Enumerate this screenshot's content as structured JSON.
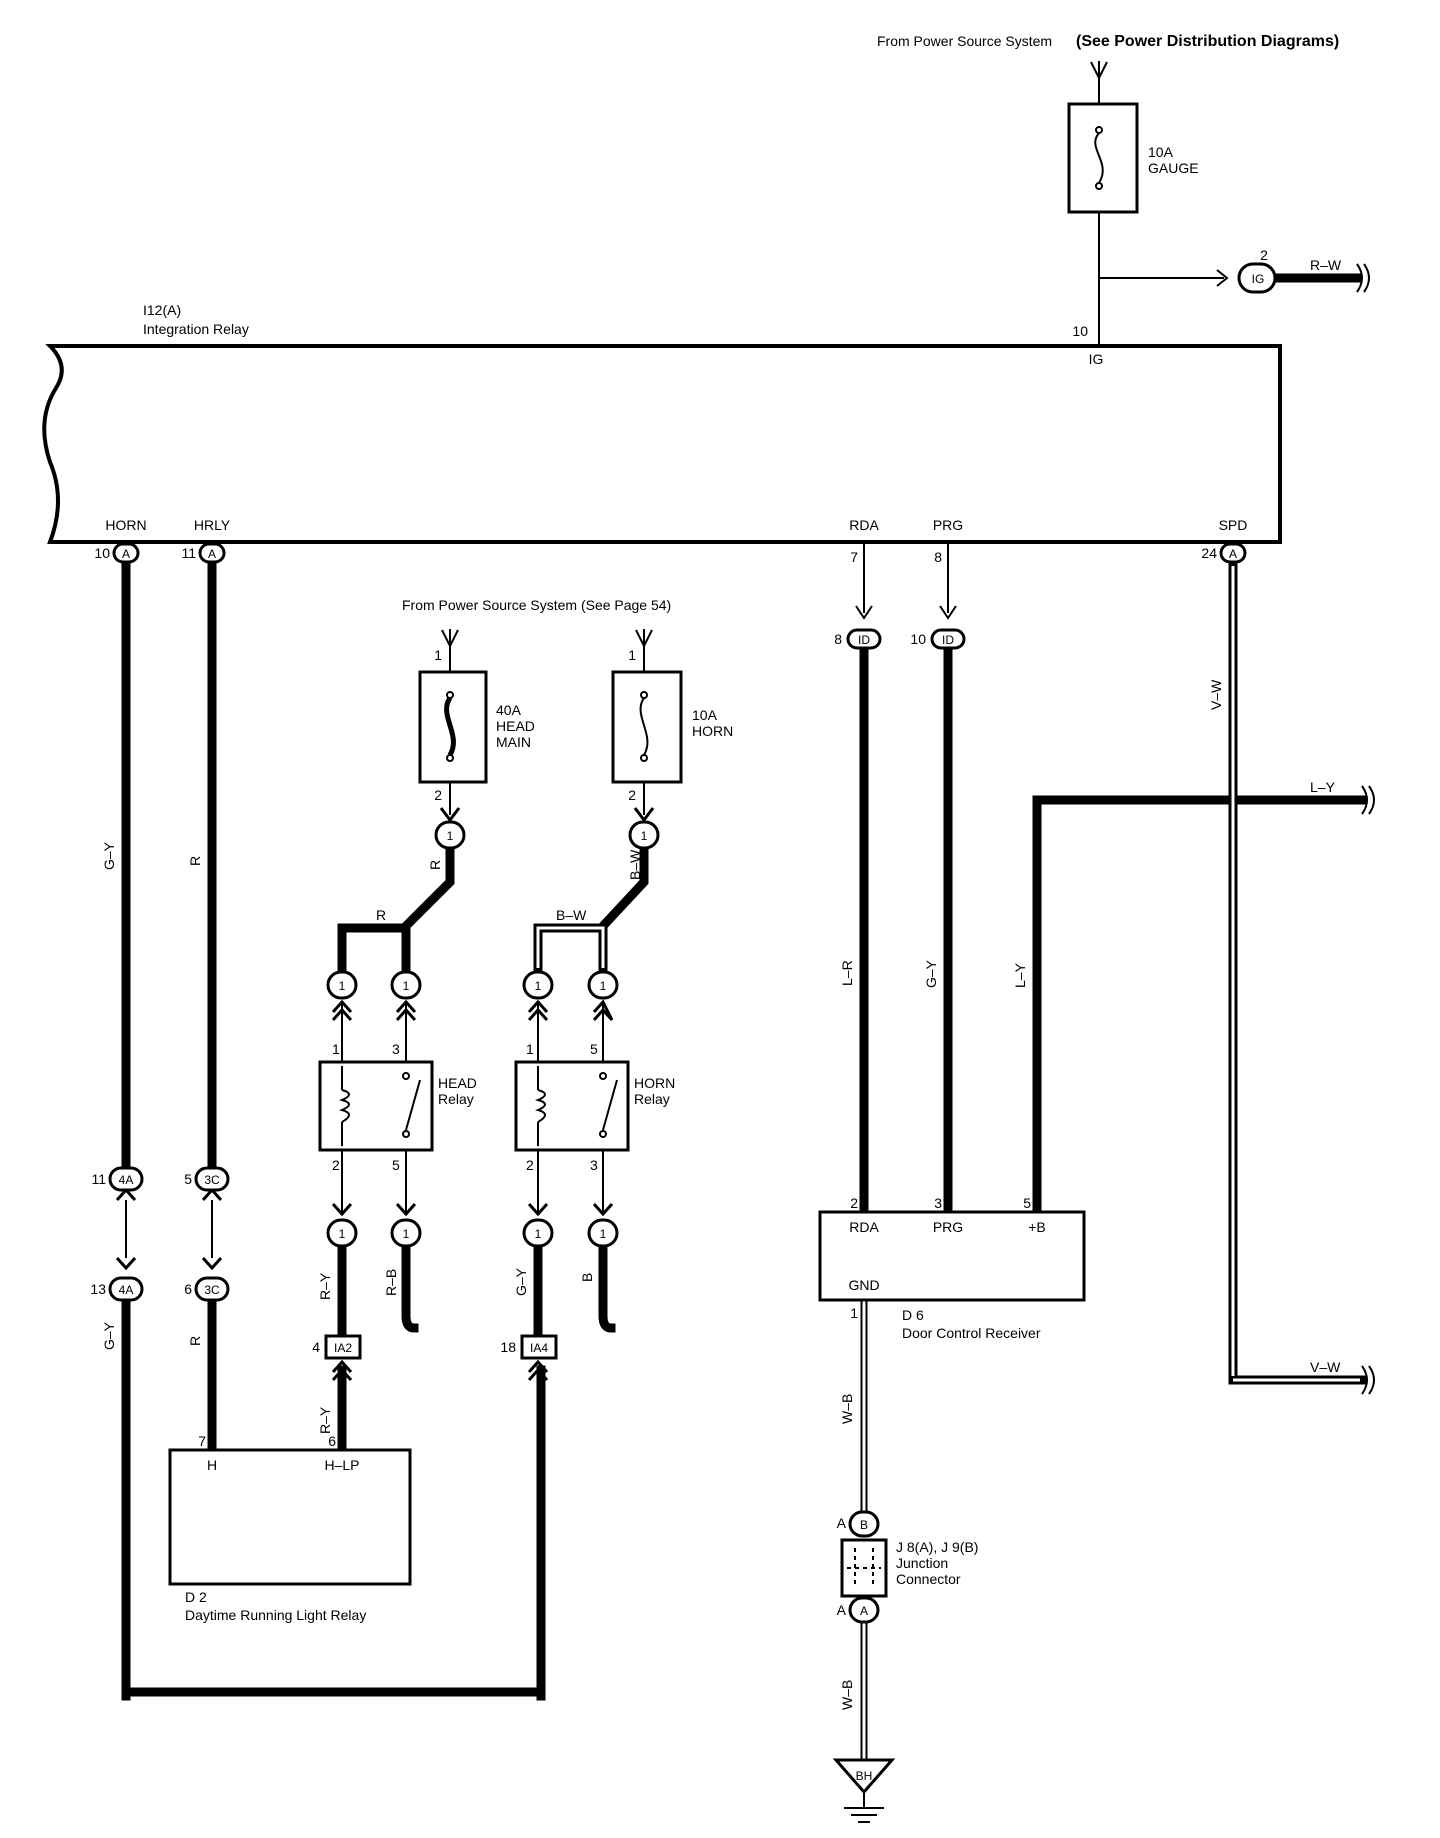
{
  "header": {
    "source_top": "From Power Source System",
    "source_top_ref": "(See Power Distribution Diagrams)",
    "source_mid": "From Power Source System (See Page 54)"
  },
  "fuses": {
    "gauge": {
      "rating": "10A",
      "name": "GAUGE"
    },
    "head_main": {
      "rating": "40A",
      "name_1": "HEAD",
      "name_2": "MAIN"
    },
    "horn": {
      "rating": "10A",
      "name": "HORN"
    }
  },
  "components": {
    "integration_relay": {
      "id": "I12(A)",
      "name": "Integration Relay"
    },
    "head_relay": {
      "name_1": "HEAD",
      "name_2": "Relay"
    },
    "horn_relay": {
      "name_1": "HORN",
      "name_2": "Relay"
    },
    "door_control": {
      "id": "D 6",
      "name": "Door Control Receiver"
    },
    "drl_relay": {
      "id": "D 2",
      "name": "Daytime Running Light Relay"
    },
    "junction": {
      "id": "J 8(A), J 9(B)",
      "name_1": "Junction",
      "name_2": "Connector"
    }
  },
  "terminals": {
    "ig": "IG",
    "horn": "HORN",
    "hrly": "HRLY",
    "rda": "RDA",
    "prg": "PRG",
    "spd": "SPD",
    "rda2": "RDA",
    "prg2": "PRG",
    "plus_b": "+B",
    "gnd": "GND",
    "h": "H",
    "h_lp": "H–LP"
  },
  "pins": {
    "ig": "10",
    "horn": "10",
    "hrly": "11",
    "rda": "7",
    "prg": "8",
    "spd": "24",
    "fuse_in": "1",
    "fuse_out": "2",
    "ig_conn": "2",
    "id_8": "8",
    "id_10": "10",
    "hr1": "1",
    "hr3": "3",
    "hr2": "2",
    "hr5": "5",
    "hn1": "1",
    "hn5": "5",
    "hn2": "2",
    "hn3": "3",
    "c4a_top": "11",
    "c3c_top": "5",
    "c4a_bot": "13",
    "c3c_bot": "6",
    "ia2": "4",
    "ia4": "18",
    "dc2": "2",
    "dc3": "3",
    "dc5": "5",
    "dc1": "1",
    "drl7": "7",
    "drl6": "6",
    "jA1": "A",
    "jA2": "A"
  },
  "connectors": {
    "ig": "IG",
    "a": "A",
    "id": "ID",
    "c1": "1",
    "c4a": "4A",
    "c3c": "3C",
    "ia2": "IA2",
    "ia4": "IA4",
    "jb": "B",
    "ja": "A",
    "bh": "BH"
  },
  "wires": {
    "rw": "R–W",
    "gy": "G–Y",
    "r": "R",
    "bw": "B–W",
    "ry": "R–Y",
    "rb": "R–B",
    "b": "B",
    "lr": "L–R",
    "ly": "L–Y",
    "vw": "V–W",
    "wb": "W–B"
  },
  "colors": {
    "line": "#000000",
    "background": "#ffffff"
  }
}
